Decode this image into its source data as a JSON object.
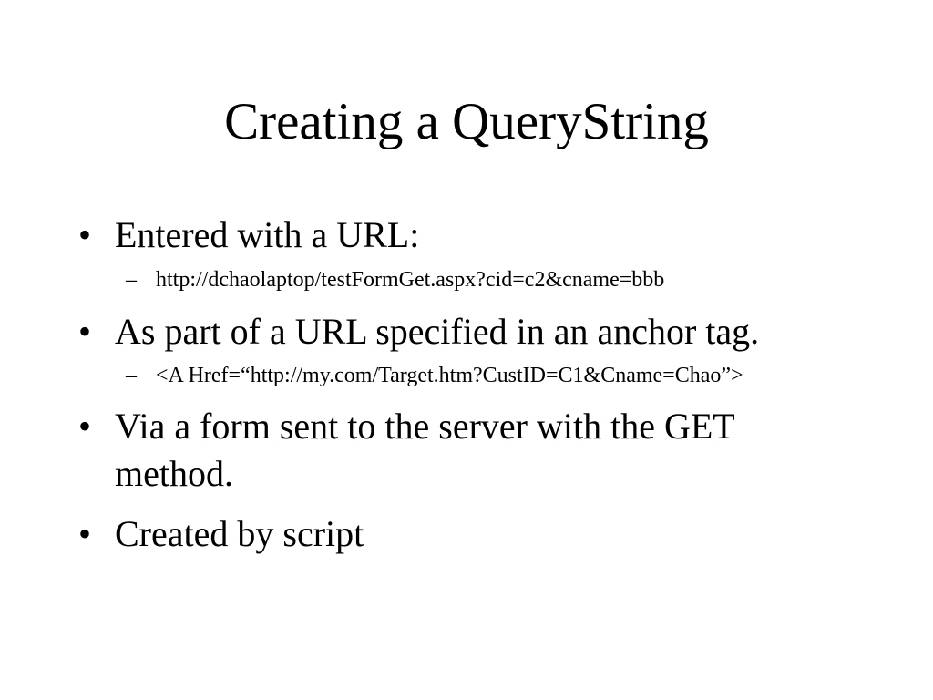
{
  "slide": {
    "title": "Creating a QueryString",
    "bullet_marker": "•",
    "sub_marker": "–",
    "bullets": [
      {
        "text": "Entered with a URL:",
        "sub": "http://dchaolaptop/testFormGet.aspx?cid=c2&cname=bbb"
      },
      {
        "text": "As part of a URL specified in an anchor tag.",
        "sub": "<A Href=“http://my.com/Target.htm?CustID=C1&Cname=Chao”>"
      },
      {
        "text": "Via a form sent to the server with the GET method."
      },
      {
        "text": "Created by script"
      }
    ]
  }
}
